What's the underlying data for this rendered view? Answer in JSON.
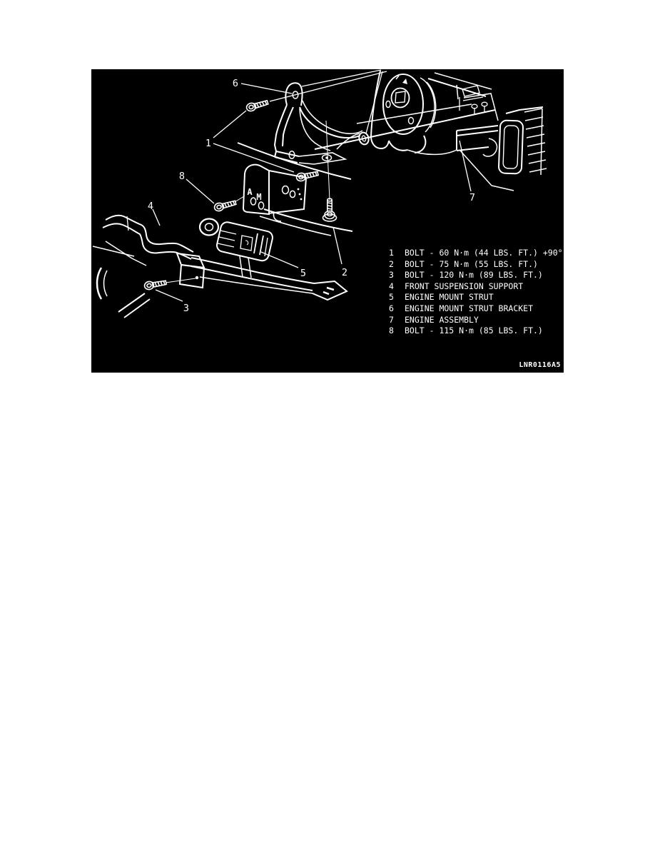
{
  "figure": {
    "id_label": "LNR0116A5",
    "background": "#000000",
    "line_color": "#ffffff",
    "callouts": {
      "c1": "1",
      "c2": "2",
      "c3": "3",
      "c4": "4",
      "c5": "5",
      "c6": "6",
      "c7": "7",
      "c8": "8"
    },
    "stamps": {
      "a": "A",
      "m": "M"
    },
    "legend": {
      "items": [
        {
          "num": "1",
          "text": "BOLT - 60 N·m (44 LBS. FT.) +90°"
        },
        {
          "num": "2",
          "text": "BOLT - 75 N·m (55 LBS. FT.)"
        },
        {
          "num": "3",
          "text": "BOLT - 120 N·m (89 LBS. FT.)"
        },
        {
          "num": "4",
          "text": "FRONT SUSPENSION SUPPORT"
        },
        {
          "num": "5",
          "text": "ENGINE MOUNT STRUT"
        },
        {
          "num": "6",
          "text": "ENGINE MOUNT STRUT BRACKET"
        },
        {
          "num": "7",
          "text": "ENGINE ASSEMBLY"
        },
        {
          "num": "8",
          "text": "BOLT - 115 N·m (85 LBS. FT.)"
        }
      ]
    }
  }
}
